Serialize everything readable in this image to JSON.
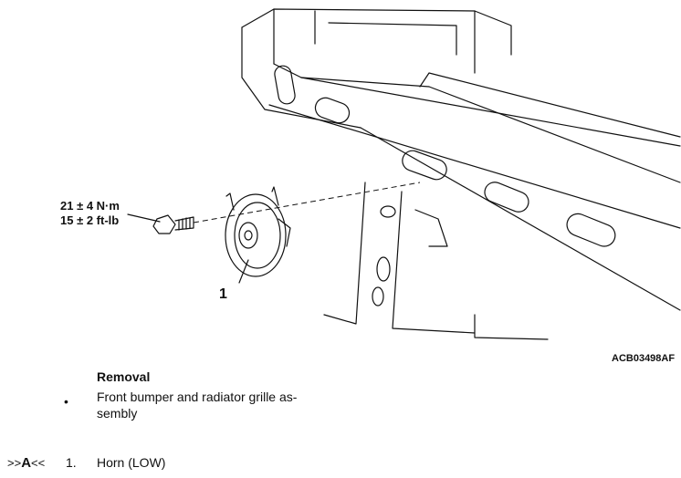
{
  "figure": {
    "torque_metric": "21 ± 4 N·m",
    "torque_imperial": "15 ± 2 ft-lb",
    "callout_number": "1",
    "figure_id": "ACB03498AF"
  },
  "removal": {
    "heading": "Removal",
    "bullet_symbol": "•",
    "pre_step_text": "Front bumper and radiator grille as-\nsembly"
  },
  "steps": [
    {
      "marker_prefix": ">>",
      "marker_letter": "A",
      "marker_suffix": "<<",
      "number": "1.",
      "label": "Horn (LOW)"
    }
  ]
}
